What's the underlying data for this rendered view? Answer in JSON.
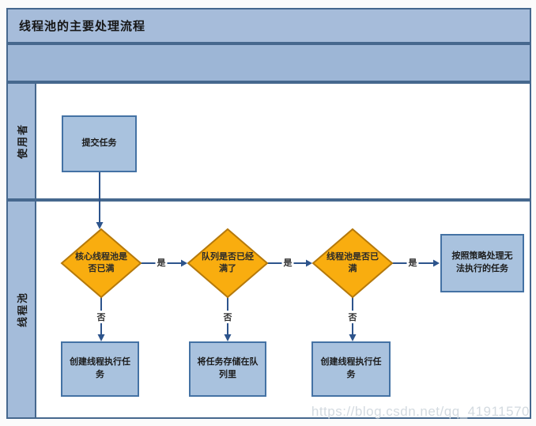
{
  "page": {
    "title": "线程池的主要处理流程",
    "watermark": "https://blog.csdn.net/qq_41911570"
  },
  "lanes": {
    "user": "使用者",
    "pool": "线程池"
  },
  "nodes": {
    "submit_task": "提交任务",
    "core_pool_full": "核心线程池是否已满",
    "queue_full": "队列是否已经满了",
    "pool_full": "线程池是否已满",
    "reject_policy": "按照策略处理无法执行的任务",
    "create_thread_1": "创建线程执行任务",
    "store_in_queue": "将任务存储在队列里",
    "create_thread_2": "创建线程执行任务"
  },
  "edge_labels": {
    "yes": "是",
    "no": "否"
  },
  "colors": {
    "band_fill": "#a6bcda",
    "phase_fill": "#9db6d6",
    "frame_border": "#46688e",
    "process_fill": "#a9c2de",
    "process_border": "#4472a4",
    "decision_fill": "#f9ad0f",
    "decision_border": "#b5790b",
    "arrow": "#2d548c",
    "watermark_text": "#d3dae0"
  }
}
